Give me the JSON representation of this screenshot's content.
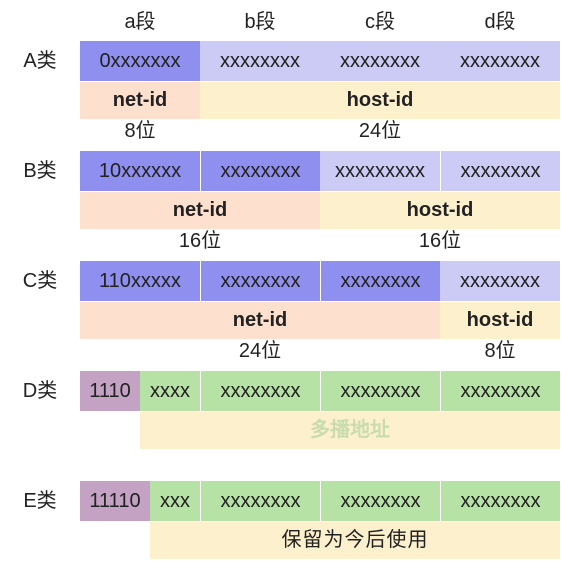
{
  "columns": [
    "a段",
    "b段",
    "c段",
    "d段"
  ],
  "classes": {
    "A": {
      "label": "A类",
      "bits": [
        "0xxxxxxx",
        "xxxxxxxx",
        "xxxxxxxx",
        "xxxxxxxx"
      ],
      "net_label": "net-id",
      "host_label": "host-id",
      "net_width": "8位",
      "host_width": "24位"
    },
    "B": {
      "label": "B类",
      "bits": [
        "10xxxxxx",
        "xxxxxxxx",
        "xxxxxxxxx",
        "xxxxxxxx"
      ],
      "net_label": "net-id",
      "host_label": "host-id",
      "net_width": "16位",
      "host_width": "16位"
    },
    "C": {
      "label": "C类",
      "bits": [
        "110xxxxx",
        "xxxxxxxx",
        "xxxxxxxx",
        "xxxxxxxx"
      ],
      "net_label": "net-id",
      "host_label": "host-id",
      "net_width": "24位",
      "host_width": "8位"
    },
    "D": {
      "label": "D类",
      "prefix": "1110",
      "bits": [
        "xxxx",
        "xxxxxxxx",
        "xxxxxxxx",
        "xxxxxxxx"
      ],
      "band_label": "多播地址"
    },
    "E": {
      "label": "E类",
      "prefix": "11110",
      "bits": [
        "xxx",
        "xxxxxxxx",
        "xxxxxxxx",
        "xxxxxxxx"
      ],
      "band_label": "保留为今后使用"
    }
  },
  "colors": {
    "network_bits": "#8f8ff0",
    "host_bits": "#cbcbf6",
    "class_prefix": "#c3a2c3",
    "special_bits": "#b7e2a6",
    "net_band": "#fde0cd",
    "host_band": "#fdf0cd"
  }
}
